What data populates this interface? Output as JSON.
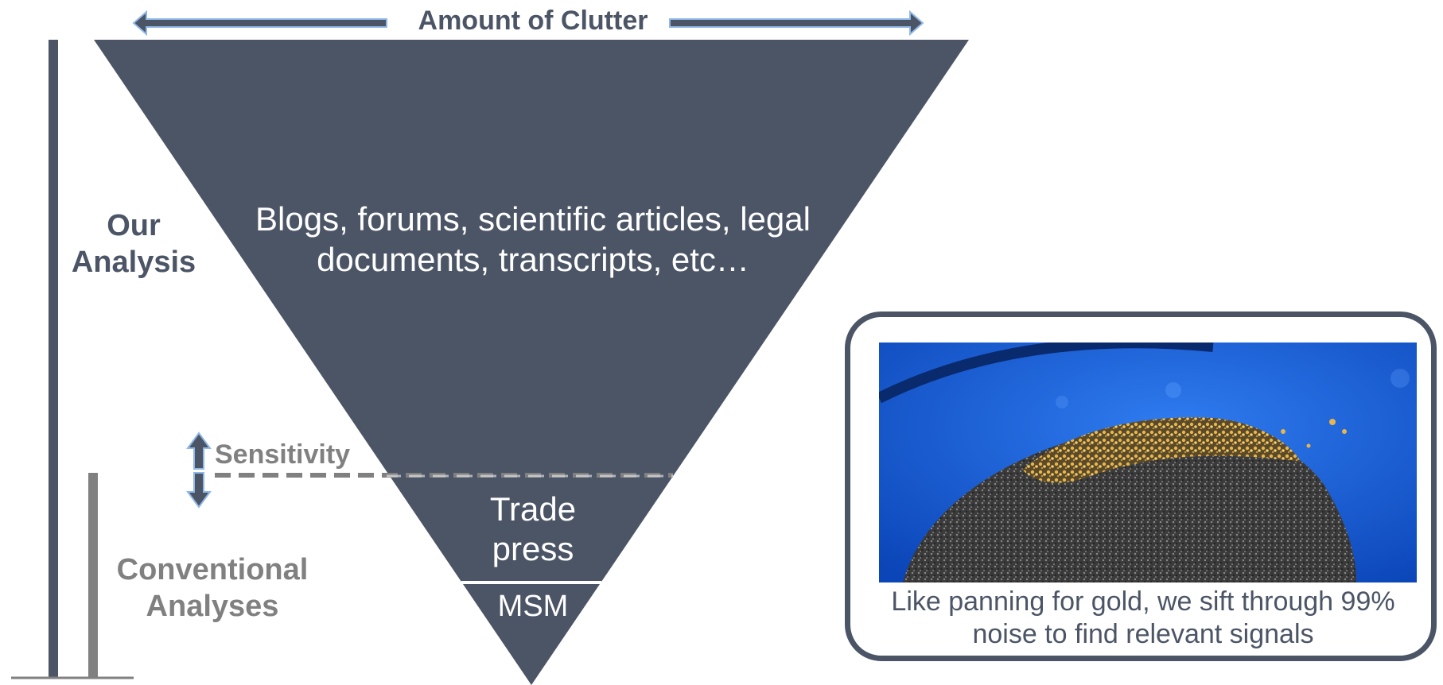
{
  "header": {
    "title": "Amount of Clutter"
  },
  "scope": {
    "our_analysis": "Our Analysis",
    "conventional": "Conventional Analyses",
    "sensitivity": "Sensitivity"
  },
  "funnel": {
    "top": "Blogs, forums, scientific articles, legal documents, transcripts, etc…",
    "middle": "Trade press",
    "bottom": "MSM"
  },
  "callout": {
    "caption": "Like panning for gold, we sift through 99% noise to find relevant signals",
    "image": "gold-pan-photo"
  },
  "colors": {
    "funnel": "#4b5566",
    "conventional": "#808080",
    "arrow_outline": "#8fb8e8"
  }
}
